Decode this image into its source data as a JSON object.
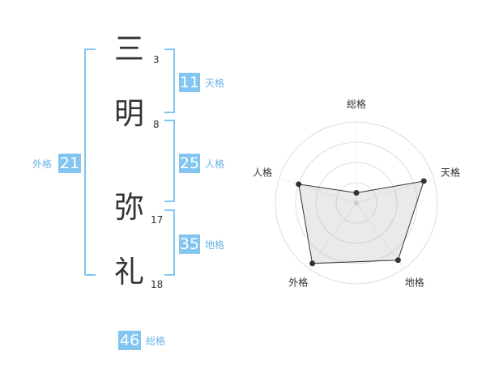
{
  "name": {
    "characters": [
      {
        "char": "三",
        "strokes": "3"
      },
      {
        "char": "明",
        "strokes": "8"
      },
      {
        "char": "弥",
        "strokes": "17"
      },
      {
        "char": "礼",
        "strokes": "18"
      }
    ]
  },
  "fortunes": {
    "tenkaku": {
      "value": "11",
      "label": "天格"
    },
    "jinkaku": {
      "value": "25",
      "label": "人格"
    },
    "chikaku": {
      "value": "35",
      "label": "地格"
    },
    "gaikaku": {
      "value": "21",
      "label": "外格"
    },
    "soukaku": {
      "value": "46",
      "label": "総格"
    }
  },
  "colors": {
    "accent": "#82c5f0",
    "accent_text": "#6ab4e6",
    "text": "#333333"
  },
  "chart_data": {
    "type": "radar",
    "axes": [
      "総格",
      "天格",
      "地格",
      "外格",
      "人格"
    ],
    "levels": 4,
    "scale_max": 4,
    "values": [
      0.5,
      3.5,
      3.5,
      3.7,
      3.0
    ]
  }
}
